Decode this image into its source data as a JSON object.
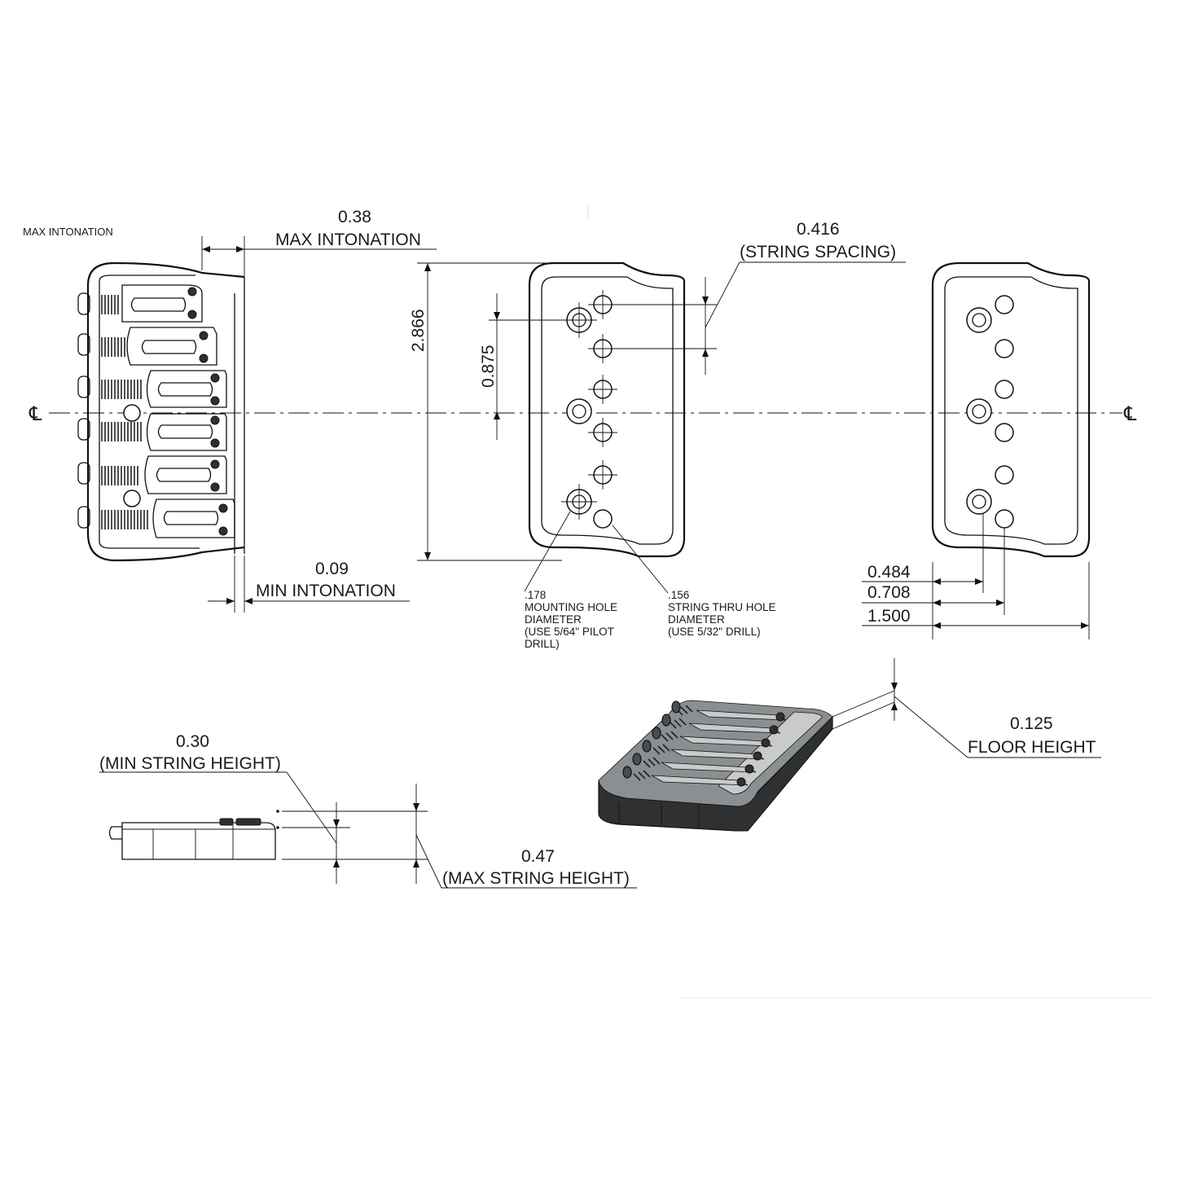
{
  "labels": {
    "max_intonation_corner": "MAX INTONATION",
    "max_intonation_value": "0.38",
    "max_intonation_label": "MAX INTONATION",
    "min_intonation_value": "0.09",
    "min_intonation_label": "MIN INTONATION",
    "string_spacing_value": "0.416",
    "string_spacing_label": "(STRING SPACING)",
    "overall_length_value": "2.866",
    "hole_spacing_value": "0.875",
    "mounting_hole_note": [
      ".178",
      "MOUNTING HOLE",
      "DIAMETER",
      "(USE 5/64\" PILOT",
      "DRILL)"
    ],
    "string_thru_note": [
      ".156",
      "STRING THRU HOLE",
      "DIAMETER",
      "(USE 5/32\" DRILL)"
    ],
    "dim_484": "0.484",
    "dim_708": "0.708",
    "dim_1500": "1.500",
    "min_string_height_value": "0.30",
    "min_string_height_label": "(MIN STRING HEIGHT)",
    "max_string_height_value": "0.47",
    "max_string_height_label": "(MAX STRING HEIGHT)",
    "floor_height_value": "0.125",
    "floor_height_label": "FLOOR HEIGHT",
    "centerline_symbol": "℄"
  },
  "colors": {
    "line": "#111111",
    "body_dark": "#4a4d4f",
    "background": "#ffffff"
  }
}
